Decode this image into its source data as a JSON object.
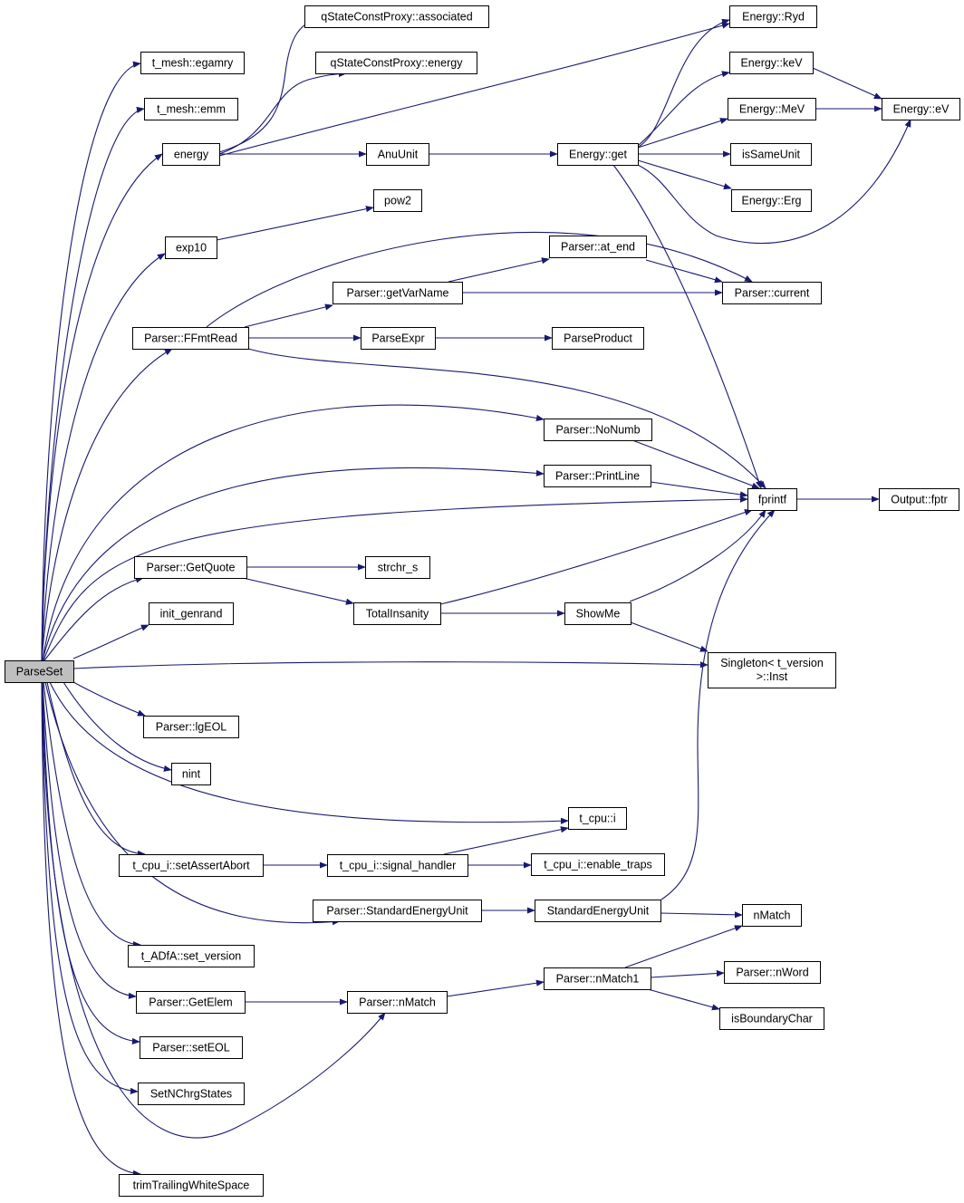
{
  "colors": {
    "edge": "#191970",
    "node_fill": "#ffffff",
    "root_fill": "#bfbfbf",
    "border_normal": "#000000",
    "border_truncated": "#ff0000"
  },
  "nodes": {
    "parseset": {
      "label": "ParseSet",
      "truncated": false,
      "root": true
    },
    "egamry": {
      "label": "t_mesh::egamry"
    },
    "emm": {
      "label": "t_mesh::emm"
    },
    "energy": {
      "label": "energy"
    },
    "exp10": {
      "label": "exp10"
    },
    "ffmtread": {
      "label": "Parser::FFmtRead"
    },
    "getquote": {
      "label": "Parser::GetQuote"
    },
    "init_genrand": {
      "label": "init_genrand"
    },
    "lgeol": {
      "label": "Parser::lgEOL"
    },
    "nint": {
      "label": "nint"
    },
    "setassertabort": {
      "label": "t_cpu_i::setAssertAbort"
    },
    "set_version": {
      "label": "t_ADfA::set_version"
    },
    "getelem": {
      "label": "Parser::GetElem"
    },
    "seteol": {
      "label": "Parser::setEOL"
    },
    "setnchrgstates": {
      "label": "SetNChrgStates"
    },
    "trimtrailing": {
      "label": "trimTrailingWhiteSpace"
    },
    "associated": {
      "label": "qStateConstProxy::associated"
    },
    "qs_energy": {
      "label": "qStateConstProxy::energy"
    },
    "anuunit": {
      "label": "AnuUnit"
    },
    "pow2": {
      "label": "pow2"
    },
    "getvarname": {
      "label": "Parser::getVarName"
    },
    "parseexpr": {
      "label": "ParseExpr"
    },
    "nonumb": {
      "label": "Parser::NoNumb"
    },
    "printline": {
      "label": "Parser::PrintLine"
    },
    "strchr_s": {
      "label": "strchr_s"
    },
    "totalinsanity": {
      "label": "TotalInsanity"
    },
    "cpu_i": {
      "label": "t_cpu::i"
    },
    "signal_handler": {
      "label": "t_cpu_i::signal_handler"
    },
    "std_energy_unit_parser": {
      "label": "Parser::StandardEnergyUnit"
    },
    "parser_nmatch": {
      "label": "Parser::nMatch"
    },
    "energy_get": {
      "label": "Energy::get",
      "truncated": true
    },
    "at_end": {
      "label": "Parser::at_end"
    },
    "parseproduct": {
      "label": "ParseProduct",
      "truncated": true
    },
    "showme": {
      "label": "ShowMe",
      "truncated": true
    },
    "enable_traps": {
      "label": "t_cpu_i::enable_traps"
    },
    "standardenergyunit": {
      "label": "StandardEnergyUnit"
    },
    "nmatch1": {
      "label": "Parser::nMatch1"
    },
    "ryd": {
      "label": "Energy::Ryd"
    },
    "kev": {
      "label": "Energy::keV"
    },
    "mev": {
      "label": "Energy::MeV"
    },
    "issameunit": {
      "label": "isSameUnit"
    },
    "erg": {
      "label": "Energy::Erg"
    },
    "current": {
      "label": "Parser::current"
    },
    "fprintf": {
      "label": "fprintf"
    },
    "singleton": {
      "label_line1": "Singleton< t_version",
      "label_line2": ">::Inst"
    },
    "nmatch": {
      "label": "nMatch",
      "truncated": true
    },
    "nword": {
      "label": "Parser::nWord",
      "truncated": true
    },
    "isboundarychar": {
      "label": "isBoundaryChar"
    },
    "ev": {
      "label": "Energy::eV"
    },
    "fptr": {
      "label": "Output::fptr"
    }
  },
  "edges": [
    [
      "parseset",
      "egamry"
    ],
    [
      "parseset",
      "emm"
    ],
    [
      "parseset",
      "energy"
    ],
    [
      "parseset",
      "exp10"
    ],
    [
      "parseset",
      "ffmtread"
    ],
    [
      "parseset",
      "nonumb"
    ],
    [
      "parseset",
      "printline"
    ],
    [
      "parseset",
      "fprintf"
    ],
    [
      "parseset",
      "getquote"
    ],
    [
      "parseset",
      "init_genrand"
    ],
    [
      "parseset",
      "singleton"
    ],
    [
      "parseset",
      "lgeol"
    ],
    [
      "parseset",
      "nint"
    ],
    [
      "parseset",
      "cpu_i"
    ],
    [
      "parseset",
      "setassertabort"
    ],
    [
      "parseset",
      "std_energy_unit_parser"
    ],
    [
      "parseset",
      "set_version"
    ],
    [
      "parseset",
      "getelem"
    ],
    [
      "parseset",
      "seteol"
    ],
    [
      "parseset",
      "setnchrgstates"
    ],
    [
      "parseset",
      "parser_nmatch"
    ],
    [
      "parseset",
      "trimtrailing"
    ],
    [
      "energy",
      "associated"
    ],
    [
      "energy",
      "qs_energy"
    ],
    [
      "energy",
      "ryd"
    ],
    [
      "energy",
      "anuunit"
    ],
    [
      "anuunit",
      "energy_get"
    ],
    [
      "energy_get",
      "ryd"
    ],
    [
      "energy_get",
      "kev"
    ],
    [
      "energy_get",
      "mev"
    ],
    [
      "energy_get",
      "issameunit"
    ],
    [
      "energy_get",
      "erg"
    ],
    [
      "energy_get",
      "ev"
    ],
    [
      "energy_get",
      "fprintf"
    ],
    [
      "kev",
      "ev"
    ],
    [
      "mev",
      "ev"
    ],
    [
      "exp10",
      "pow2"
    ],
    [
      "ffmtread",
      "current"
    ],
    [
      "ffmtread",
      "getvarname"
    ],
    [
      "ffmtread",
      "parseexpr"
    ],
    [
      "ffmtread",
      "fprintf"
    ],
    [
      "getvarname",
      "at_end"
    ],
    [
      "getvarname",
      "current"
    ],
    [
      "at_end",
      "current"
    ],
    [
      "parseexpr",
      "parseproduct"
    ],
    [
      "nonumb",
      "fprintf"
    ],
    [
      "printline",
      "fprintf"
    ],
    [
      "fprintf",
      "fptr"
    ],
    [
      "getquote",
      "strchr_s"
    ],
    [
      "getquote",
      "totalinsanity"
    ],
    [
      "totalinsanity",
      "fprintf"
    ],
    [
      "totalinsanity",
      "showme"
    ],
    [
      "showme",
      "fprintf"
    ],
    [
      "showme",
      "singleton"
    ],
    [
      "setassertabort",
      "signal_handler"
    ],
    [
      "signal_handler",
      "cpu_i"
    ],
    [
      "signal_handler",
      "enable_traps"
    ],
    [
      "std_energy_unit_parser",
      "standardenergyunit"
    ],
    [
      "standardenergyunit",
      "fprintf"
    ],
    [
      "standardenergyunit",
      "nmatch"
    ],
    [
      "getelem",
      "parser_nmatch"
    ],
    [
      "parser_nmatch",
      "nmatch1"
    ],
    [
      "nmatch1",
      "nmatch"
    ],
    [
      "nmatch1",
      "nword"
    ],
    [
      "nmatch1",
      "isboundarychar"
    ]
  ]
}
